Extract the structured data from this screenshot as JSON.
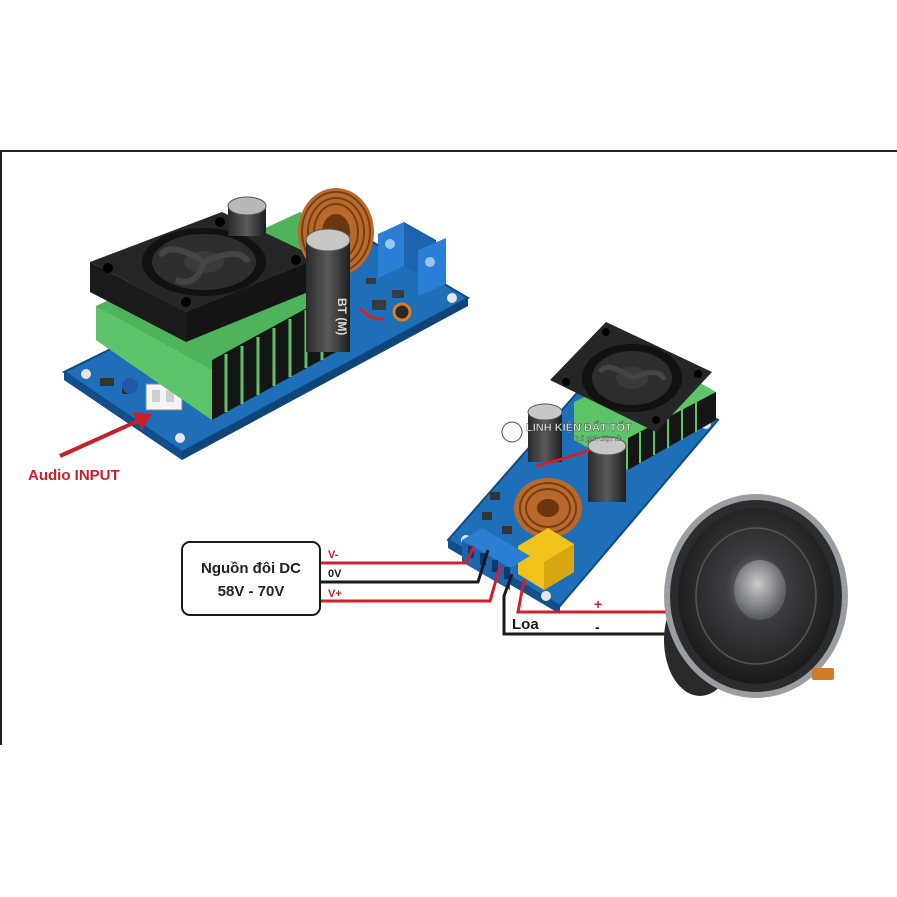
{
  "labels": {
    "audio_input": "Audio INPUT",
    "power_line1": "Nguồn đôi DC",
    "power_line2": "58V - 70V",
    "v_minus": "V-",
    "zero_v": "0V",
    "v_plus": "V+",
    "speaker": "Loa",
    "plus": "+",
    "minus": "-"
  },
  "components": {
    "capacitor_marking": "BT (M)"
  },
  "watermark": {
    "line1": "LINH KIỆN ĐẤT TỐT",
    "line2": "Thế giới điện tử"
  },
  "colors": {
    "wire_red": "#d0202a",
    "wire_black": "#1a1a1a",
    "label_red": "#c8202a",
    "pcb_blue": "#1f6fb8",
    "heatsink_green": "#5ec46a",
    "fan_black": "#1e1e1e",
    "coil_copper": "#b8692c",
    "terminal_blue": "#2a7fd4",
    "capacitor_yellow": "#f2c21c"
  }
}
